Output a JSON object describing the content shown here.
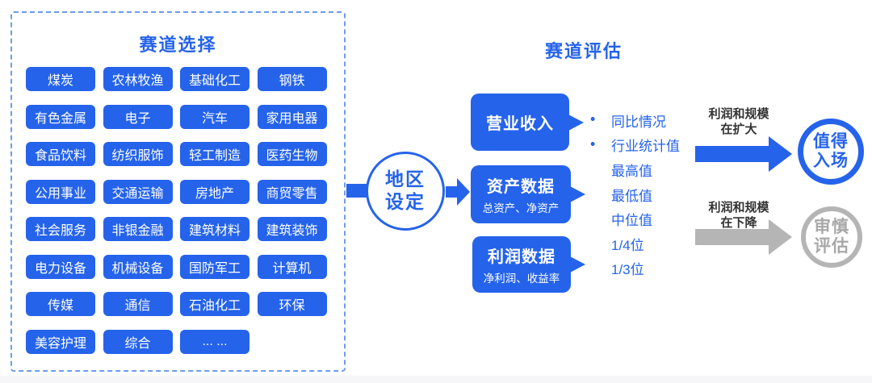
{
  "colors": {
    "primary_blue": "#2563eb",
    "dashed_border_blue": "#6d9ceb",
    "gray_arrow": "#b5b5b5",
    "gray_text": "#a8a8a8",
    "label_dark": "#333333"
  },
  "track_selection": {
    "title": "赛道选择",
    "sectors": [
      "煤炭",
      "农林牧渔",
      "基础化工",
      "钢铁",
      "有色金属",
      "电子",
      "汽车",
      "家用电器",
      "食品饮料",
      "纺织服饰",
      "轻工制造",
      "医药生物",
      "公用事业",
      "交通运输",
      "房地产",
      "商贸零售",
      "社会服务",
      "非银金融",
      "建筑材料",
      "建筑装饰",
      "电力设备",
      "机械设备",
      "国防军工",
      "计算机",
      "传媒",
      "通信",
      "石油化工",
      "环保",
      "美容护理",
      "综合",
      "... ..."
    ]
  },
  "region_node": {
    "line1": "地区",
    "line2": "设定"
  },
  "track_evaluation": {
    "title": "赛道评估",
    "boxes": [
      {
        "title": "营业收入",
        "subtitle": ""
      },
      {
        "title": "资产数据",
        "subtitle": "总资产、净资产"
      },
      {
        "title": "利润数据",
        "subtitle": "净利润、收益率"
      }
    ],
    "stats": [
      {
        "label": "同比情况",
        "bullet": true
      },
      {
        "label": "行业统计值",
        "bullet": true
      },
      {
        "label": "最高值",
        "bullet": false
      },
      {
        "label": "最低值",
        "bullet": false
      },
      {
        "label": "中位值",
        "bullet": false
      },
      {
        "label": "1/4位",
        "bullet": false
      },
      {
        "label": "1/3位",
        "bullet": false
      }
    ]
  },
  "outcomes": {
    "positive": {
      "arrow_label_line1": "利润和规模",
      "arrow_label_line2": "在扩大",
      "circle_line1": "值得",
      "circle_line2": "入场"
    },
    "negative": {
      "arrow_label_line1": "利润和规模",
      "arrow_label_line2": "在下降",
      "circle_line1": "审慎",
      "circle_line2": "评估"
    }
  }
}
